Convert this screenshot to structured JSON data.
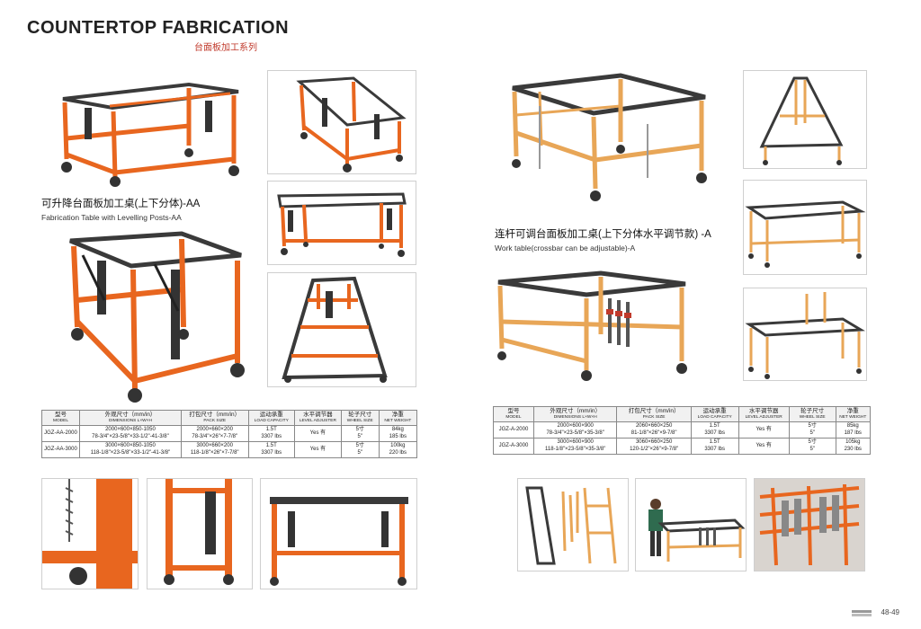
{
  "header": {
    "title": "COUNTERTOP FABRICATION",
    "subtitle": "台面板加工系列"
  },
  "left": {
    "heading_cn": "可升降台面板加工桌(上下分体)-AA",
    "heading_en": "Fabrication Table with Levelling Posts-AA",
    "table": {
      "headers": [
        {
          "cn": "型号",
          "en": "MODEL"
        },
        {
          "cn": "外观尺寸（mm/in）",
          "en": "DIMENSIONS L×W×H"
        },
        {
          "cn": "打包尺寸（mm/in）",
          "en": "PACK SIZE"
        },
        {
          "cn": "运动承重",
          "en": "LOAD CAPACITY"
        },
        {
          "cn": "水平调节器",
          "en": "LEVEL ADJUSTER"
        },
        {
          "cn": "轮子尺寸",
          "en": "WHEEL SIZE"
        },
        {
          "cn": "净重",
          "en": "NET WEIGHT"
        }
      ],
      "rows": [
        {
          "model": "JGZ-AA-2000",
          "dim1": "2000×600×850-1050",
          "dim2": "78-3/4\"×23-5/8\"×33-1/2\"-41-3/8\"",
          "pack1": "2000×660×200",
          "pack2": "78-3/4\"×26\"×7-7/8\"",
          "load1": "1.5T",
          "load2": "3307 lbs",
          "level": "Yes 有",
          "wheel1": "5寸",
          "wheel2": "5\"",
          "weight1": "84kg",
          "weight2": "185 lbs"
        },
        {
          "model": "JGZ-AA-3000",
          "dim1": "3000×600×850-1050",
          "dim2": "118-1/8\"×23-5/8\"×33-1/2\"-41-3/8\"",
          "pack1": "3000×660×200",
          "pack2": "118-1/8\"×26\"×7-7/8\"",
          "load1": "1.5T",
          "load2": "3307 lbs",
          "level": "Yes 有",
          "wheel1": "5寸",
          "wheel2": "5\"",
          "weight1": "100kg",
          "weight2": "220 lbs"
        }
      ]
    }
  },
  "right": {
    "heading_cn": "连杆可调台面板加工桌(上下分体水平调节款) -A",
    "heading_en": "Work table(crossbar can be adjustable)-A",
    "table": {
      "headers": [
        {
          "cn": "型号",
          "en": "MODEL"
        },
        {
          "cn": "外观尺寸（mm/in）",
          "en": "DIMENSIONS L×W×H"
        },
        {
          "cn": "打包尺寸（mm/in）",
          "en": "PACK SIZE"
        },
        {
          "cn": "运动承重",
          "en": "LOAD CAPACITY"
        },
        {
          "cn": "水平调节器",
          "en": "LEVEL ADJUSTER"
        },
        {
          "cn": "轮子尺寸",
          "en": "WHEEL SIZE"
        },
        {
          "cn": "净重",
          "en": "NET WEIGHT"
        }
      ],
      "rows": [
        {
          "model": "JGZ-A-2000",
          "dim1": "2000×600×900",
          "dim2": "78-3/4\"×23-5/8\"×35-3/8\"",
          "pack1": "2060×660×250",
          "pack2": "81-1/8\"×26\"×9-7/8\"",
          "load1": "1.5T",
          "load2": "3307 lbs",
          "level": "Yes 有",
          "wheel1": "5寸",
          "wheel2": "5\"",
          "weight1": "85kg",
          "weight2": "187 lbs"
        },
        {
          "model": "JGZ-A-3000",
          "dim1": "3000×600×900",
          "dim2": "118-1/8\"×23-5/8\"×35-3/8\"",
          "pack1": "3060×660×250",
          "pack2": "120-1/2\"×26\"×9-7/8\"",
          "load1": "1.5T",
          "load2": "3307 lbs",
          "level": "Yes 有",
          "wheel1": "5寸",
          "wheel2": "5\"",
          "weight1": "105kg",
          "weight2": "230 lbs"
        }
      ]
    }
  },
  "footer": {
    "page_number": "48-49"
  },
  "colors": {
    "orange_frame": "#e8661f",
    "wood_frame": "#e8a657",
    "dark_top": "#3a3a3a",
    "caster": "#333333"
  }
}
